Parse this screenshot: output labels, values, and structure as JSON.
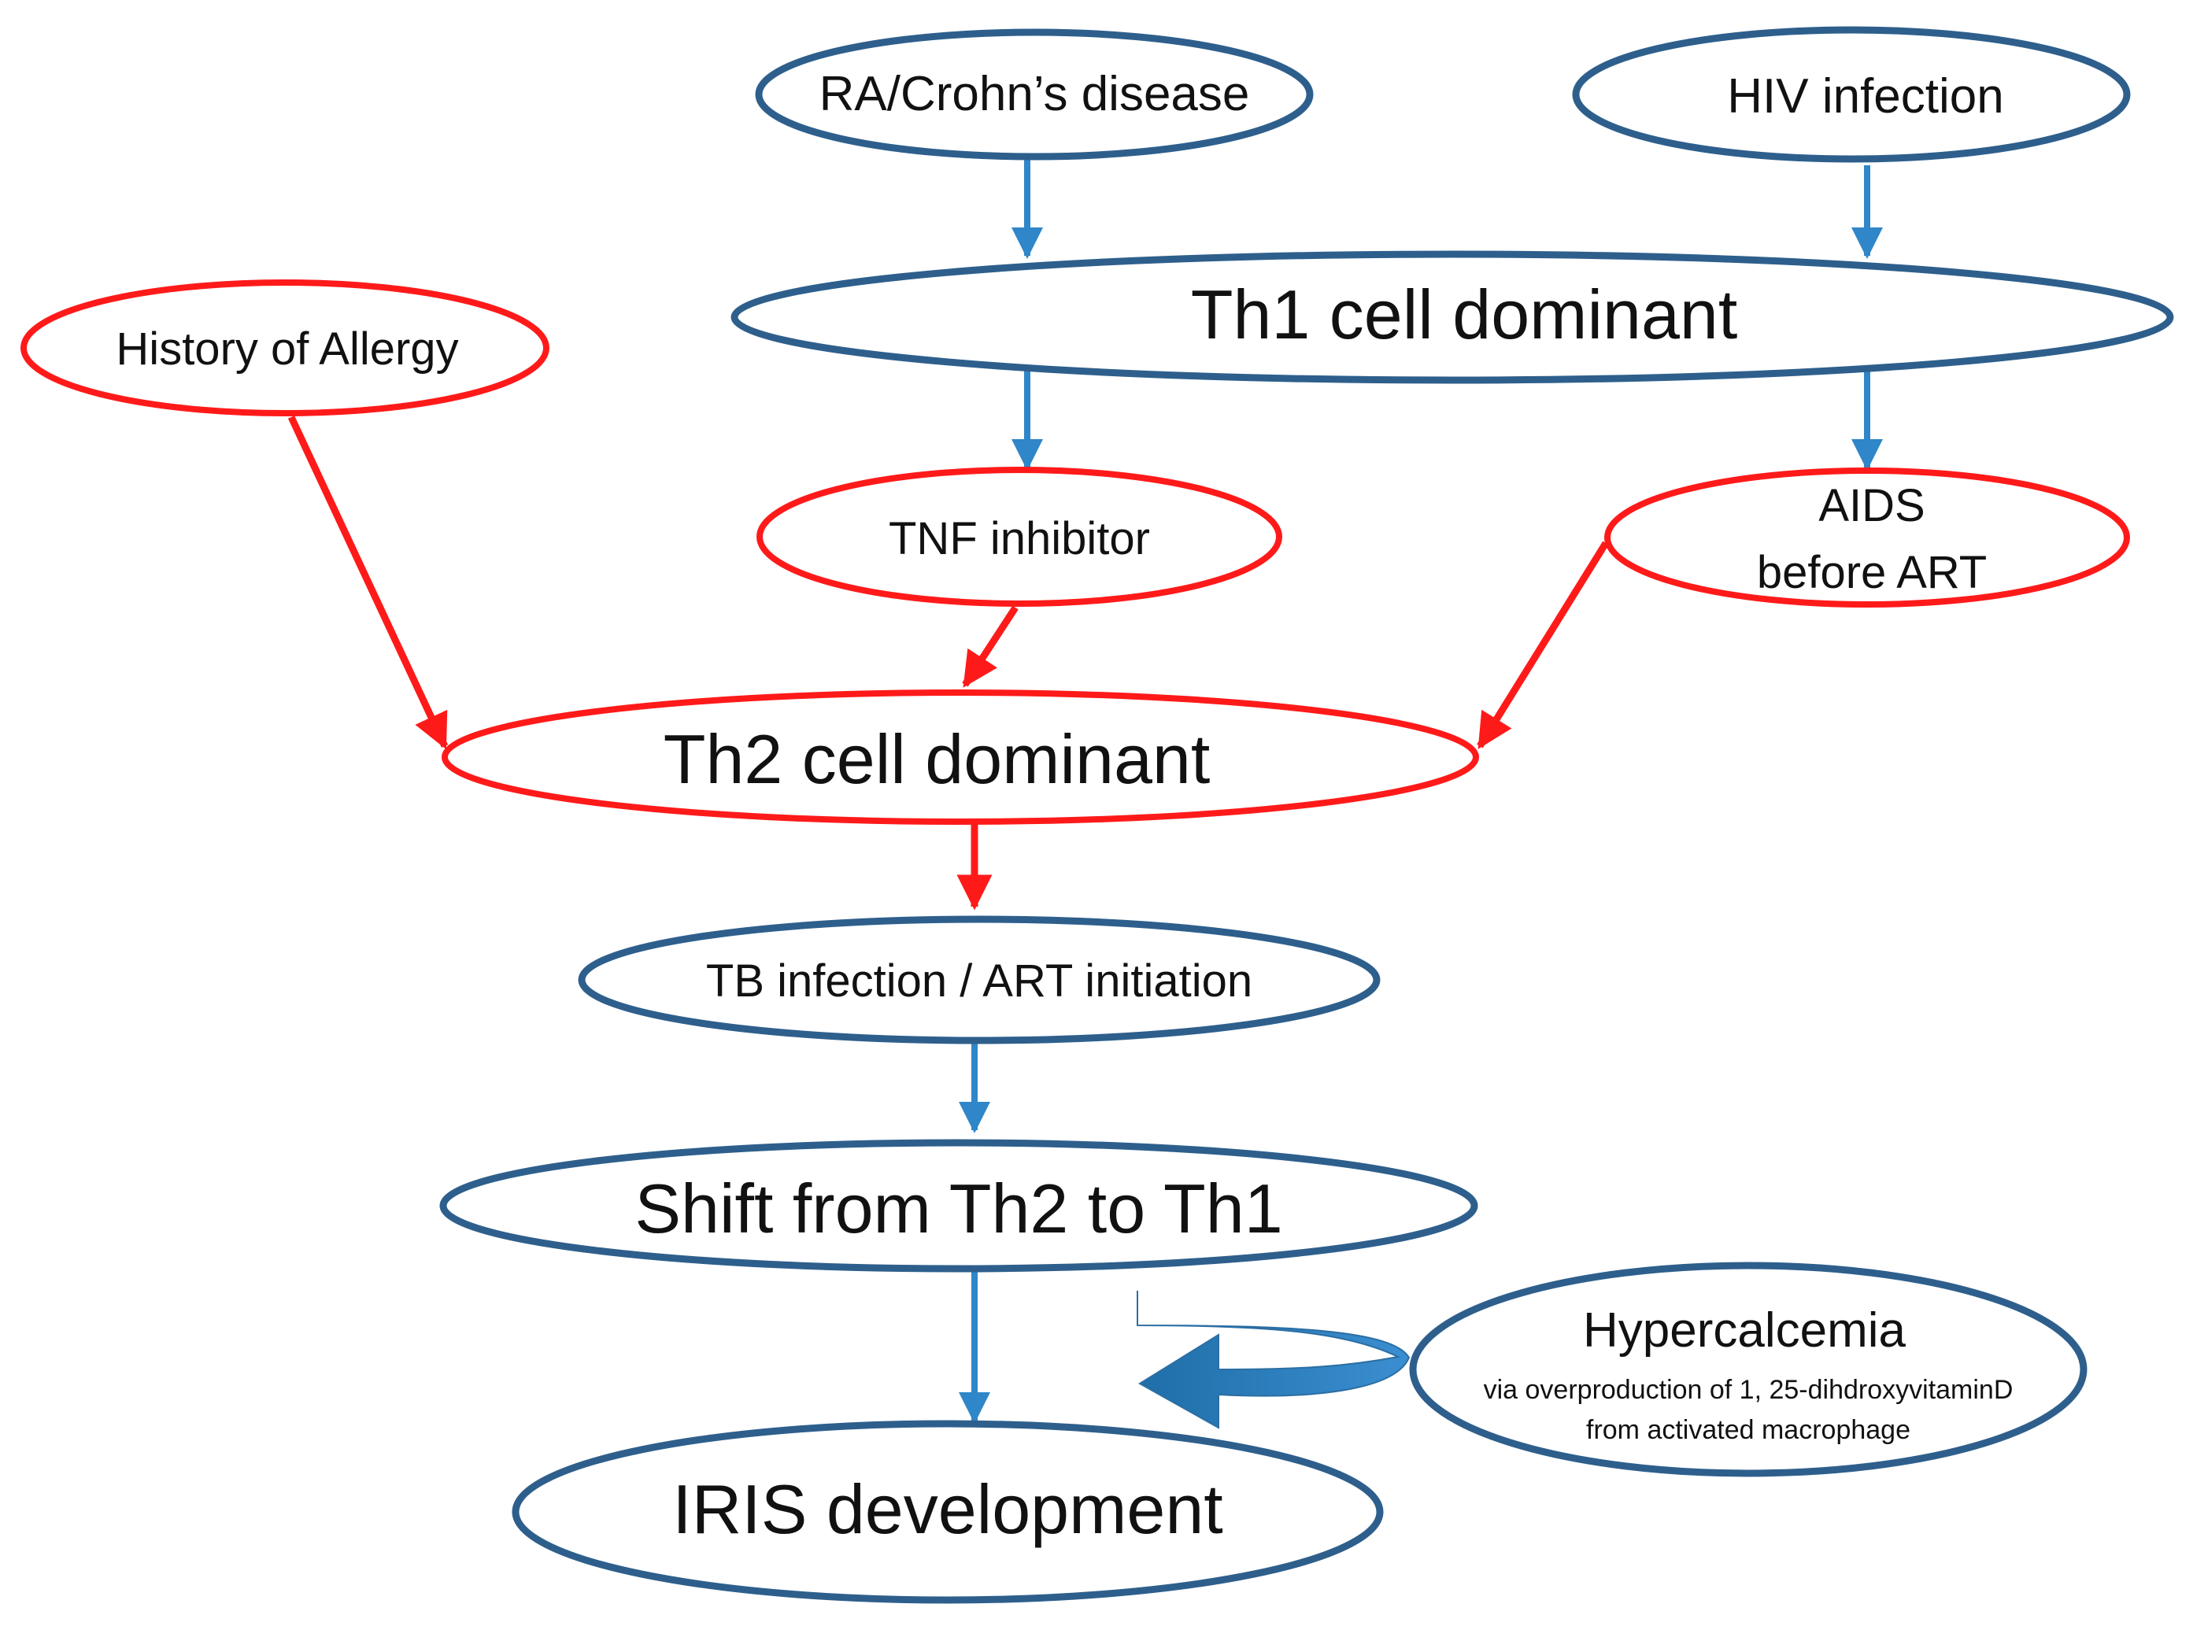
{
  "nodes": {
    "ra_crohns": "RA/Crohn’s disease",
    "hiv_infection": "HIV infection",
    "th1_dominant": "Th1 cell dominant",
    "history_allergy": "History of Allergy",
    "tnf_inhibitor": "TNF inhibitor",
    "aids_line1": "AIDS",
    "aids_line2": "before ART",
    "th2_dominant": "Th2 cell dominant",
    "tb_art": "TB infection / ART initiation",
    "shift": "Shift from Th2 to Th1",
    "iris": "IRIS development",
    "hypercalcemia_title": "Hypercalcemia",
    "hypercalcemia_line1": "via overproduction of 1, 25-dihdroxyvitaminD",
    "hypercalcemia_line2": "from activated macrophage"
  },
  "colors": {
    "blue_outline": "#2e5f8c",
    "blue_arrow": "#2f86c8",
    "red": "#ff1a1a",
    "text": "#111111"
  }
}
